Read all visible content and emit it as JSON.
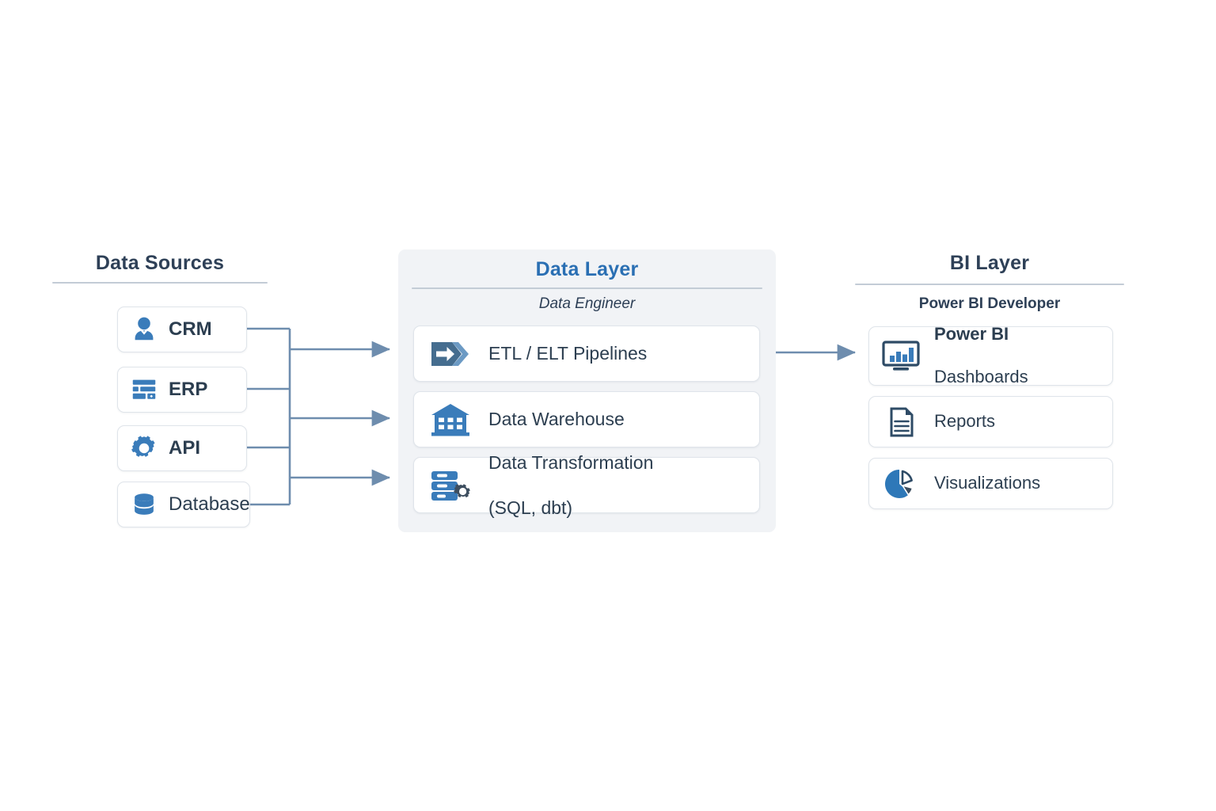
{
  "diagram": {
    "title_color_accent": "#2a6fb3",
    "title_color_dark": "#2e4057",
    "connector_color": "#7a95b4",
    "panel_bg": "#f1f3f6"
  },
  "columns": {
    "sources": {
      "title": "Data Sources",
      "items": [
        {
          "label": "CRM",
          "icon": "user-icon",
          "bold": true
        },
        {
          "label": "ERP",
          "icon": "table-grid-icon",
          "bold": true
        },
        {
          "label": "API",
          "icon": "gear-icon",
          "bold": true
        },
        {
          "label": "Database",
          "icon": "database-cylinder-icon",
          "bold": false
        }
      ]
    },
    "data_layer": {
      "title": "Data Layer",
      "role": "Data Engineer",
      "items": [
        {
          "label": "ETL / ELT Pipelines",
          "icon": "pipeline-arrows-icon"
        },
        {
          "label": "Data Warehouse",
          "icon": "warehouse-building-icon"
        },
        {
          "label_line1": "Data Transformation",
          "label_line2": "(SQL, dbt)",
          "icon": "database-gear-icon"
        }
      ]
    },
    "bi_layer": {
      "title": "BI Layer",
      "role": "Power BI Developer",
      "items": [
        {
          "label_line1": "Power BI",
          "label_line2": "Dashboards",
          "icon": "monitor-barchart-icon"
        },
        {
          "label": "Reports",
          "icon": "document-lines-icon"
        },
        {
          "label": "Visualizations",
          "icon": "pie-chart-icon"
        }
      ]
    }
  }
}
